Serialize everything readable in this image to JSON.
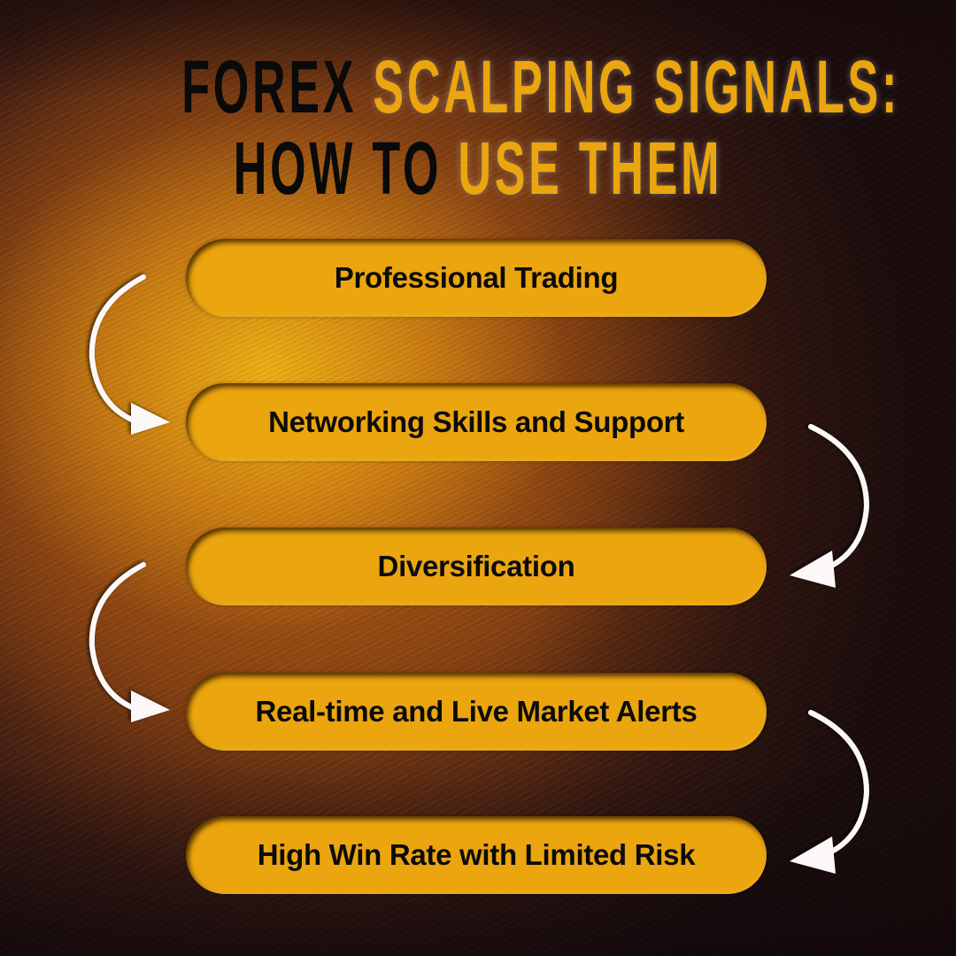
{
  "title": {
    "line1": {
      "dark": "FOREX",
      "gold": "SCALPING SIGNALS:"
    },
    "line2": {
      "dark": "HOW TO",
      "gold": "USE THEM"
    }
  },
  "steps": [
    {
      "label": "Professional Trading"
    },
    {
      "label": "Networking Skills and Support"
    },
    {
      "label": "Diversification"
    },
    {
      "label": "Real-time and Live Market Alerts"
    },
    {
      "label": "High Win Rate with Limited Risk"
    }
  ],
  "arrows": [
    {
      "from": 1,
      "to": 2,
      "side": "left",
      "icon": "curved-arrow-icon"
    },
    {
      "from": 2,
      "to": 3,
      "side": "right",
      "icon": "curved-arrow-icon"
    },
    {
      "from": 3,
      "to": 4,
      "side": "left",
      "icon": "curved-arrow-icon"
    },
    {
      "from": 4,
      "to": 5,
      "side": "right",
      "icon": "curved-arrow-icon"
    }
  ],
  "colors": {
    "accent_gold": "#EBA50E",
    "title_dark": "#0A0A0A",
    "background_dark": "#1F1010",
    "arrow": "#FFFFFF"
  }
}
